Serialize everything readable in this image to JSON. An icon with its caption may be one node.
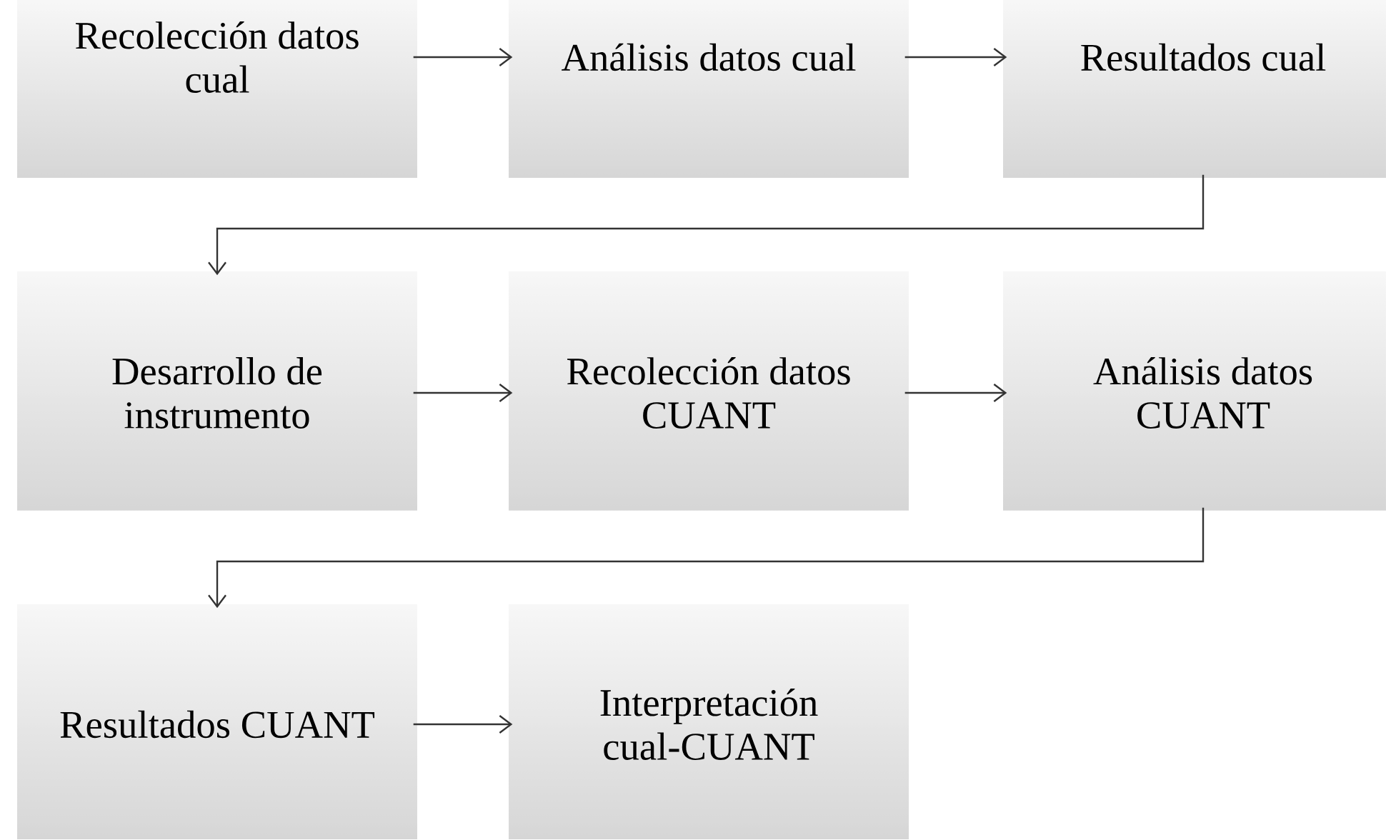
{
  "diagram": {
    "nodes": [
      {
        "text": [
          "Recolección datos cual"
        ]
      },
      {
        "text": [
          "Análisis datos cual"
        ]
      },
      {
        "text": [
          "Resultados cual"
        ]
      },
      {
        "text": [
          "Desarrollo de instrumento"
        ]
      },
      {
        "text": [
          "Recolección datos CUANT"
        ]
      },
      {
        "text": [
          "Análisis datos CUANT"
        ]
      },
      {
        "text": [
          "Resultados CUANT"
        ]
      },
      {
        "text": [
          "Interpretación cual-CUANT"
        ]
      }
    ],
    "edges": [
      {
        "from": 0,
        "to": 1,
        "arrow": "to"
      },
      {
        "from": 1,
        "to": 2,
        "arrow": "to"
      },
      {
        "from": 2,
        "to": 3,
        "arrow": "to"
      },
      {
        "from": 3,
        "to": 4,
        "arrow": "to"
      },
      {
        "from": 4,
        "to": 5,
        "arrow": "to"
      },
      {
        "from": 5,
        "to": 6,
        "arrow": "to"
      },
      {
        "from": 6,
        "to": 7,
        "arrow": "to"
      }
    ]
  }
}
